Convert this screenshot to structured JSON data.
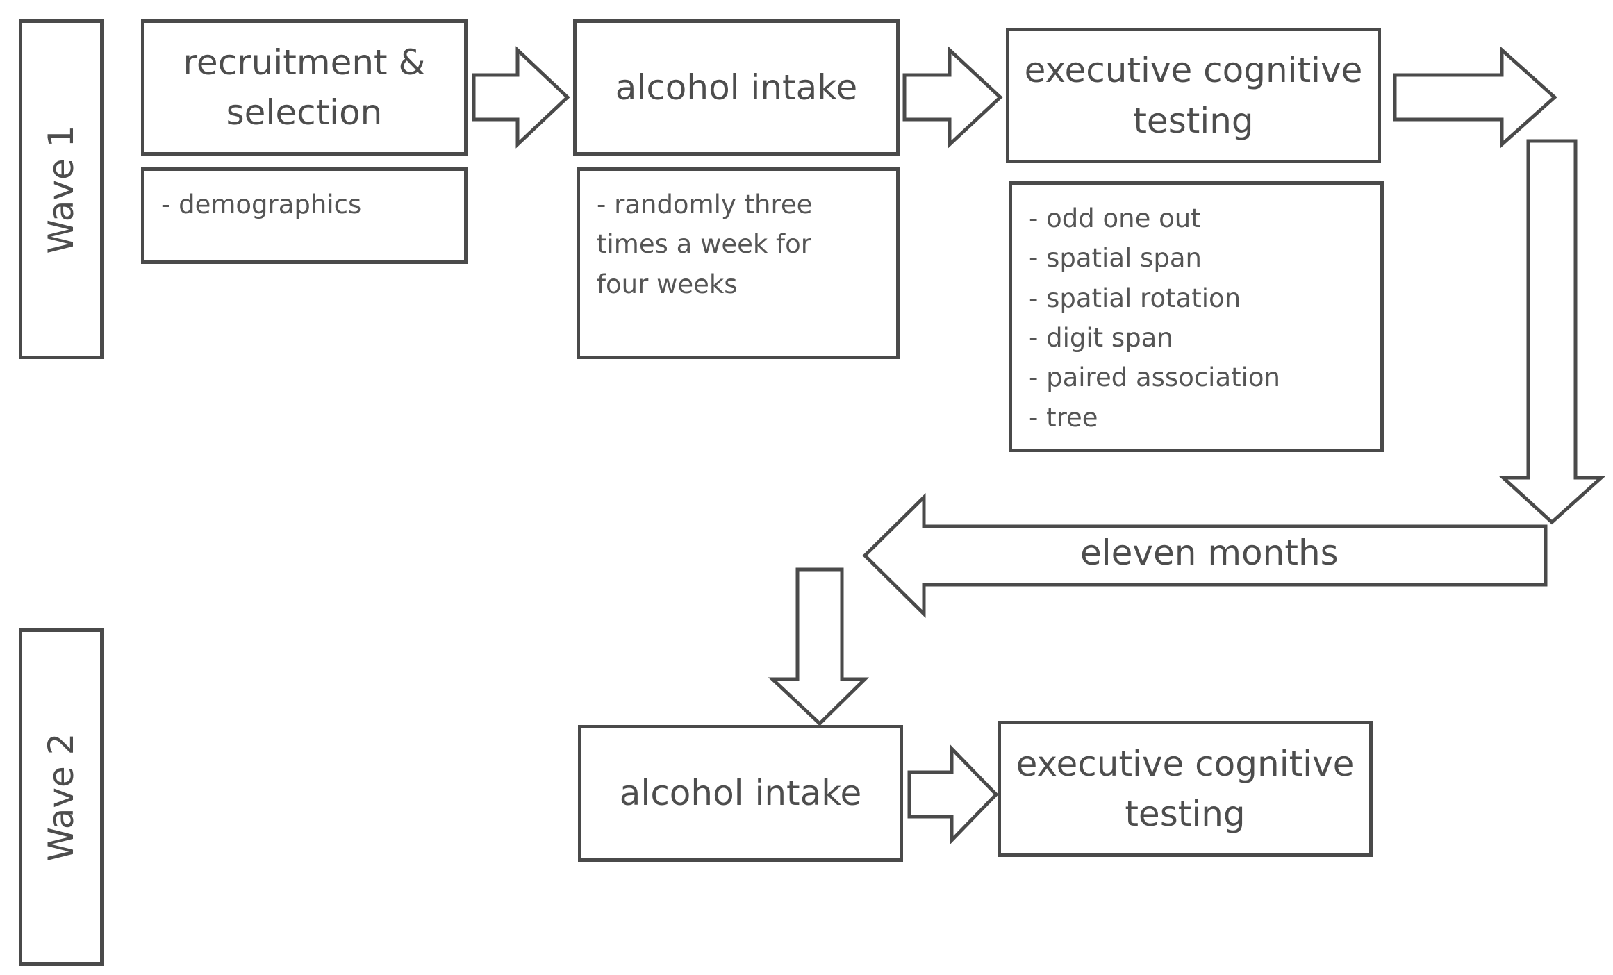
{
  "waves": {
    "wave1": "Wave 1",
    "wave2": "Wave 2"
  },
  "wave1_steps": {
    "recruitment": {
      "title_line1": "recruitment &",
      "title_line2": "selection",
      "details": [
        "- demographics"
      ]
    },
    "alcohol_intake": {
      "title": "alcohol intake",
      "details": [
        "- randomly three",
        "times a week for",
        "four weeks"
      ]
    },
    "executive_testing": {
      "title_line1": "executive cognitive",
      "title_line2": "testing",
      "details": [
        "- odd one out",
        "- spatial span",
        "- spatial rotation",
        "- digit span",
        "- paired association",
        "- tree"
      ]
    }
  },
  "interval_label": "eleven months",
  "wave2_steps": {
    "alcohol_intake": {
      "title": "alcohol intake"
    },
    "executive_testing": {
      "title_line1": "executive cognitive",
      "title_line2": "testing"
    }
  }
}
